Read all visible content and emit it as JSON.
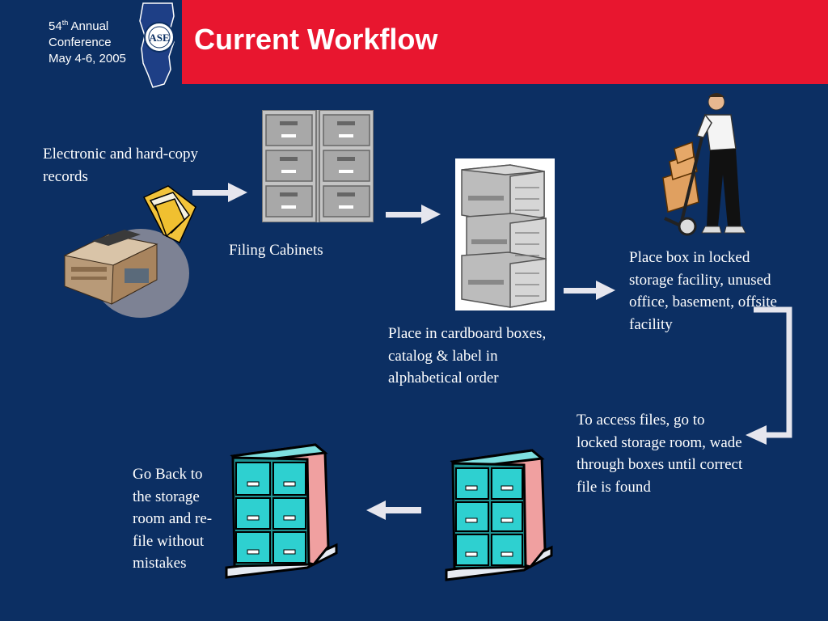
{
  "conference": {
    "ordinal_number": "54",
    "ordinal_suffix": "th",
    "annual": " Annual",
    "line2": "Conference",
    "line3": "May 4-6, 2005"
  },
  "logo": {
    "letters": "ASE"
  },
  "title": "Current Workflow",
  "steps": {
    "records": "Electronic and hard-copy records",
    "filing": "Filing Cabinets",
    "boxes": "Place in cardboard boxes, catalog & label in alphabetical order",
    "storage": "Place box in locked storage facility, unused office, basement, offsite facility",
    "access": "To access files, go to locked storage room, wade through boxes until correct file is found",
    "refile": "Go Back to the storage room and re-file without mistakes"
  },
  "colors": {
    "background": "#0c2f63",
    "title_bar": "#e8162f",
    "text": "#ffffff",
    "arrow": "#e6e6ee"
  },
  "icons": [
    "printer-icon",
    "folder-icon",
    "filing-cabinet-icon",
    "storage-boxes-icon",
    "worker-hand-truck-icon",
    "cabinet-pallet-icon",
    "arrow-right-icon",
    "arrow-left-icon",
    "bracket-arrow-icon"
  ]
}
